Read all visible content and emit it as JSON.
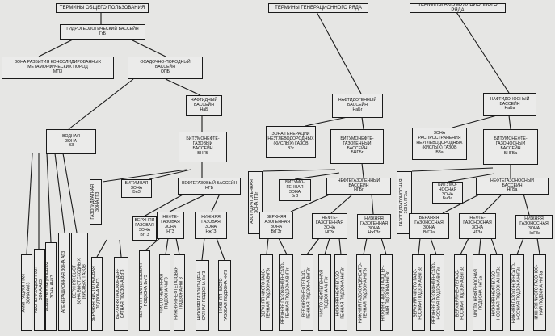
{
  "nodes": {
    "g_header": "ТЕРМИНЫ ОБЩЕГО ПОЛЬЗОВАНИЯ",
    "gb": "ГИДРОГЕОЛОГИЧЕСКИЙ БАССЕЙН\nГгБ",
    "mpz": "ЗОНА РАЗВИТИЯ КОНСОЛИДИРОВАННЫХ\nМЕТАМОРФИЧЕСКИХ ПОРОД\nМПЗ",
    "opb": "ОСАДОЧНО-ПОРОДНЫЙ\nБАССЕЙН\nОПБ",
    "nb": "НАФТИДНЫЙ\nБАССЕЙН\nНаБ",
    "vz": "ВОДНАЯ\nЗОНА\nВЗ",
    "bngb": "БИТУМОНЕФТЕ-\nГАЗОВЫЙ\nБАССЕЙН\nБНГБ",
    "gz": "ГАЗОГИДРАТНАЯ\nЗОНА ГГЗ",
    "bz": "БИТУМНАЯ\nЗОНА\nБнЗ",
    "ngb": "НЕФТЕГАЗОВЫЙ БАССЕЙН\nНГБ",
    "vgz": "ВЕРХНЯЯ\nГАЗОВАЯ\nЗОНА\nВгГЗ",
    "ngz": "НЕФТЕ-\nГАЗОВАЯ\nЗОНА\nНГЗ",
    "nzgz": "НИЖНЯЯ\nГАЗОВАЯ\nЗОНА\nНжГЗ",
    "w1": "АМИГРАЦИОННАЯ\nЗОНА  АМЗ",
    "w2": "АКОНЕРУЗАЦИОННАЯ\nЗОНА  АКЗ",
    "w3": "АНАККУМУЛЯЦИОННАЯ\nЗОНА  АНКЗ",
    "w4": "АГЕНЕРАЦИОННАЯ ЗОНА  АГЗ",
    "w5": "ВЕРХНЯЯ  ВЫСТ\nЗОНА ВЫСТ.СХОДНЫХ\n(КИСЛЫХ) ГАЗОВ",
    "a1": "ВЕРХНЯЯ ЧИСТО ГАЗОВАЯ\nПОДЗОНА ВчГЗ",
    "a2": "ВЕРХНЯЯ ГАЗОКОНДЕН-\nСАТНАЯ ПОДЗОНА ВкГЗ",
    "a3": "ВЕРХНЯЯ НЕФТЕГАЗОВАЯ\nПОДЗОНА ВнГЗ",
    "a4": "ЧИСТО НЕФТЯНАЯ\nПОДЗОНА ЧнГЗ",
    "a5": "НИЖНЯЯ НЕФТЕГАЗОВАЯ\nПОДЗОНА НнГЗ",
    "a6": "НИЖНЯЯ ГАЗОКОНДЕН-\nСАТНАЯ ПОДЗОНА НкГЗ",
    "a7": "НИЖНЯЯ ЧИСТО\nГАЗОВАЯ ПОДЗОНА НчГЗ",
    "s_header": "ТЕРМИНЫ ГЕНЕРАЦИОННОГО РЯДА",
    "s_nb": "НАФТИДОГЕННЫЙ\nБАССЕЙН\nНаБг",
    "s_zg": "ЗОНА ГЕНЕРАЦИИ\nНЕУГЛЕВОДОРОДНЫХ\n(КИСЛЫХ) ГАЗОВ\nВЗг",
    "s_bngb": "БИТУМОНЕФТЕ-\nГАЗОГЕННЫЙ\nБАССЕЙН\nБНГБг",
    "s_gz": "ГАЗОГИДРАТОГЕННАЯ\nЗОНА ГГЗг",
    "s_bz": "БИТУМО-\nГЕННАЯ\nЗОНА\nБгЗ",
    "s_ngb": "НЕФТЕГАЗОГЕННЫЙ\nБАССЕЙН\nНГБг",
    "s_vgz": "ВЕРХНЯЯ\nГАЗОГЕННАЯ\nЗОНА\nВгГЗг",
    "s_ngz": "НЕФТЕ-\nГАЗОГЕННАЯ\nЗОНА\nНГЗг",
    "s_nzgz": "НИЖНЯЯ\nГАЗОГЕННАЯ\nЗОНА\nНжГЗг",
    "s_a1": "ВЕРХНЯЯ ЧИСТО ГАЗО-\nГЕННАЯ ПОДЗОНА ВчГЗг",
    "s_a2": "ВЕРХНЯЯ ГАЗОКОНДЕНСАТО-\nГЕННАЯ ПОДЗОНА ВкГЗг",
    "s_a3": "ВЕРХНЯЯ НЕФТЕГАЗО-\nГЕННАЯ ПОДЗОНА ВнГЗг",
    "s_a4": "ЧИСТО НЕФТЕГЕННАЯ\nПОДЗОНА ЧнГЗг",
    "s_a5": "НИЖНЯЯ НЕФТЕГАЗО-\nГЕННАЯ ПОДЗОНА НнГЗг",
    "s_a6": "НИЖНЯЯ ГАЗОКОНДЕНСАТО-\nГЕННАЯ ПОДЗОНА НкГЗг",
    "s_a7": "НИЖНЯЯ ЧИСТО ГАЗОГЕН-\nНАЯ ПОДЗОНА НчГЗг",
    "t_header": "ТЕРМИНЫ АККУМУЛЯЦИОННОГО РЯДА",
    "t_nb": "НАФТИДОНОСНЫЙ\nБАССЕЙН\nНаБа",
    "t_zr": "ЗОНА\nРАСПРОСТРАНЕНИЯ\nНЕУГЛЕВОДОРОДНЫХ\n(КИСЛЫХ) ГАЗОВ\nВЗа",
    "t_bngb": "БИТУМОНЕФТЕ-\nГАЗОНОСНЫЙ\nБАССЕЙН\nБНГБа",
    "t_gz": "ГАЗОГИДРАТОНОСНАЯ\nЗОНА ГГЗа",
    "t_bz": "БИТУМО-\nНОСНАЯ\nЗОНА\nБнЗа",
    "t_ngb": "НЕФТЕГАЗОНОСНЫЙ\nБАССЕЙН\nНГБа",
    "t_vgz": "ВЕРХНЯЯ\nГАЗОНОСНАЯ\nЗОНА\nВгГЗа",
    "t_ngz": "НЕФТЕ-\nГАЗОНОСНАЯ\nЗОНА\nНГЗа",
    "t_nzgz": "НИЖНЯЯ\nГАЗОНОСНАЯ\nЗОНА\nНжГЗа",
    "t_a1": "ВЕРХНЯЯ ЧИСТО ГАЗО-\nНОСНАЯ ПОДЗОНА ВчГЗа",
    "t_a2": "ВЕРХНЯЯ ГАЗОКОНДЕНСАТО-\nНОСНАЯ ПОДЗОНА ВкГЗа",
    "t_a3": "ВЕРХНЯЯ НЕФТЕГАЗО-\nНОСНАЯ ПОДЗОНА ВнГЗа",
    "t_a4": "ЧИСТО НЕФТЕНОСНАЯ\nПОДЗОНА ЧнГЗа",
    "t_a5": "НИЖНЯЯ НЕФТЕГАЗО-\nНОСНАЯ ПОДЗОНА НнГЗа",
    "t_a6": "НИЖНЯЯ ГАЗОКОНДЕНСАТО-\nНОСНАЯ ПОДЗОНА НкГЗа",
    "t_a7": "НИЖНЯЯ ЧИСТО ГАЗОНОС-\nНАЯ ПОДЗОНА НчГЗа"
  }
}
